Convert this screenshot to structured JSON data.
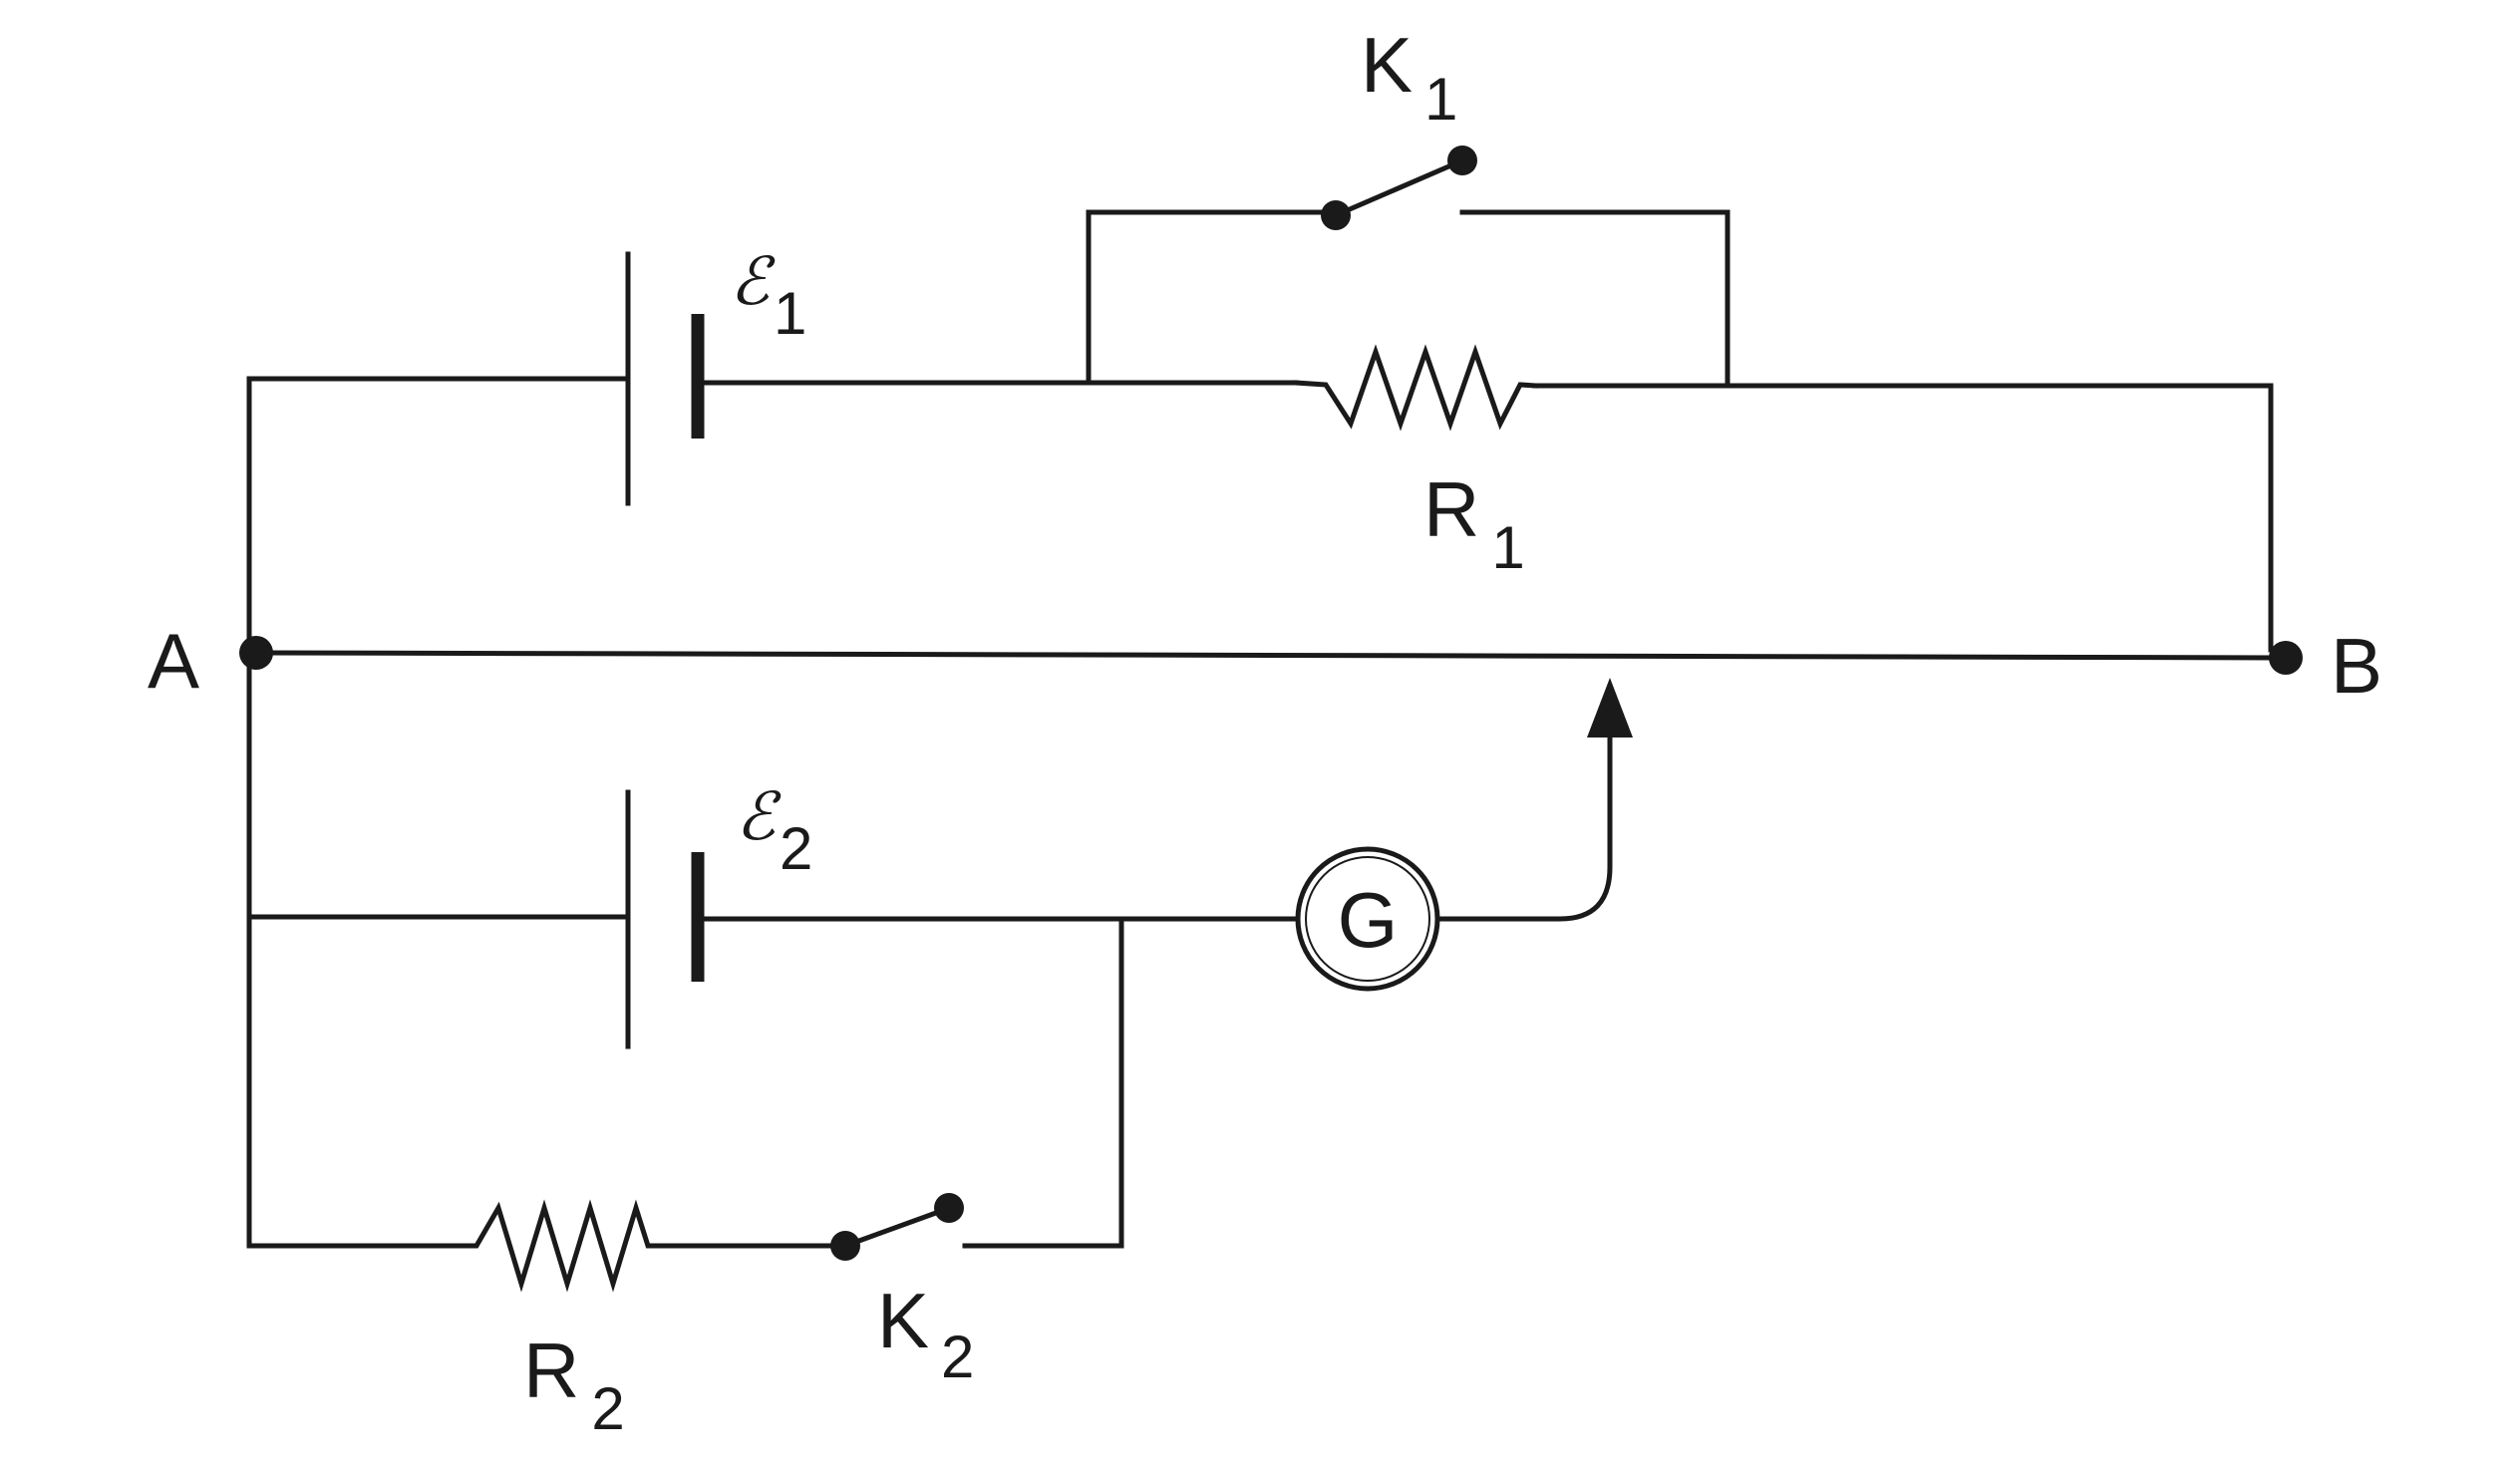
{
  "labels": {
    "node_a": "A",
    "node_b": "B",
    "emf1": {
      "symbol": "ℰ",
      "sub": "1"
    },
    "emf2": {
      "symbol": "ℰ",
      "sub": "2"
    },
    "r1": {
      "symbol": "R",
      "sub": "1"
    },
    "r2": {
      "symbol": "R",
      "sub": "2"
    },
    "k1": {
      "symbol": "K",
      "sub": "1"
    },
    "k2": {
      "symbol": "K",
      "sub": "2"
    },
    "galvanometer": "G"
  },
  "switches": {
    "k1": "open",
    "k2": "open"
  },
  "colors": {
    "ink": "#1a1a1a",
    "background": "#ffffff"
  }
}
